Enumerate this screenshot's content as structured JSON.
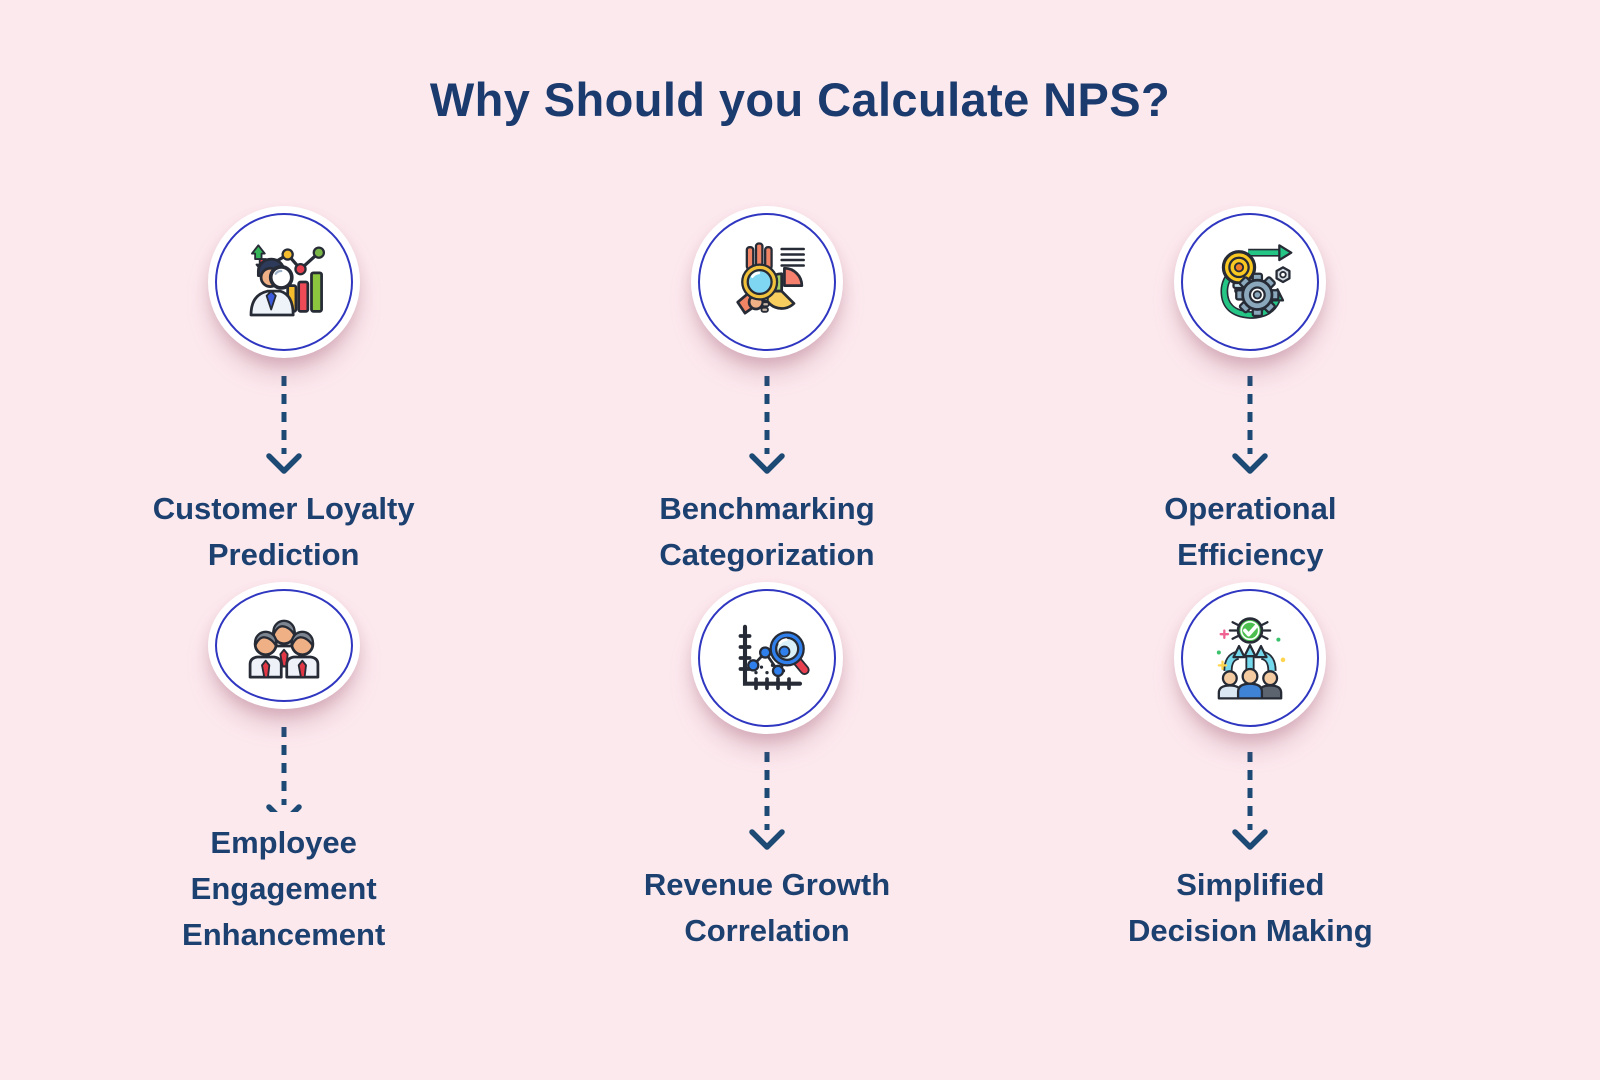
{
  "title": "Why Should you Calculate NPS?",
  "items": [
    {
      "label": "Customer Loyalty\nPrediction",
      "icon": "analyst-magnifier-chart-icon"
    },
    {
      "label": "Benchmarking\nCategorization",
      "icon": "pie-chart-magnifier-icon"
    },
    {
      "label": "Operational\nEfficiency",
      "icon": "gear-lightbulb-cycle-icon"
    },
    {
      "label": "Employee\nEngagement\nEnhancement",
      "icon": "team-group-icon"
    },
    {
      "label": "Revenue Growth\nCorrelation",
      "icon": "growth-chart-magnifier-icon"
    },
    {
      "label": "Simplified\nDecision Making",
      "icon": "team-decision-check-icon"
    }
  ],
  "colors": {
    "background": "#fce9ee",
    "title": "#1b3a6e",
    "label": "#1c406f",
    "arrow": "#1c4a75",
    "ring": "#2f36c0",
    "disc": "#ffffff"
  }
}
